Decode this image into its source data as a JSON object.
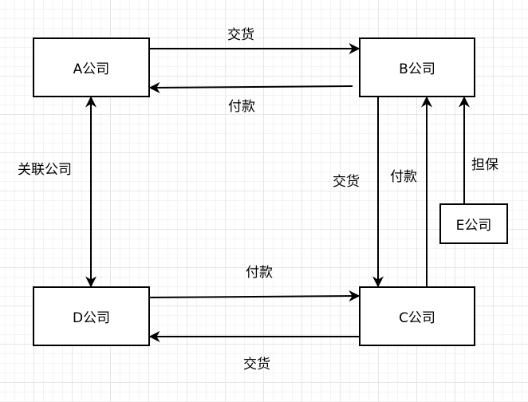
{
  "diagram": {
    "nodes": {
      "a": {
        "label": "A公司"
      },
      "b": {
        "label": "B公司"
      },
      "c": {
        "label": "C公司"
      },
      "d": {
        "label": "D公司"
      },
      "e": {
        "label": "E公司"
      }
    },
    "edges": [
      {
        "id": "a-to-b",
        "from": "A公司",
        "to": "B公司",
        "label": "交货"
      },
      {
        "id": "b-to-a",
        "from": "B公司",
        "to": "A公司",
        "label": "付款"
      },
      {
        "id": "a-d",
        "from": "A公司",
        "to": "D公司",
        "label": "关联公司",
        "bidirectional": true
      },
      {
        "id": "b-to-c",
        "from": "B公司",
        "to": "C公司",
        "label": "交货"
      },
      {
        "id": "c-to-b",
        "from": "C公司",
        "to": "B公司",
        "label": "付款"
      },
      {
        "id": "e-to-b",
        "from": "E公司",
        "to": "B公司",
        "label": "担保"
      },
      {
        "id": "d-to-c",
        "from": "D公司",
        "to": "C公司",
        "label": "付款"
      },
      {
        "id": "c-to-d",
        "from": "C公司",
        "to": "D公司",
        "label": "交货"
      }
    ]
  },
  "colors": {
    "stroke": "#000000",
    "node_fill": "#ffffff",
    "grid_major": "#e6e6e6",
    "grid_minor": "#f3f3f3"
  }
}
